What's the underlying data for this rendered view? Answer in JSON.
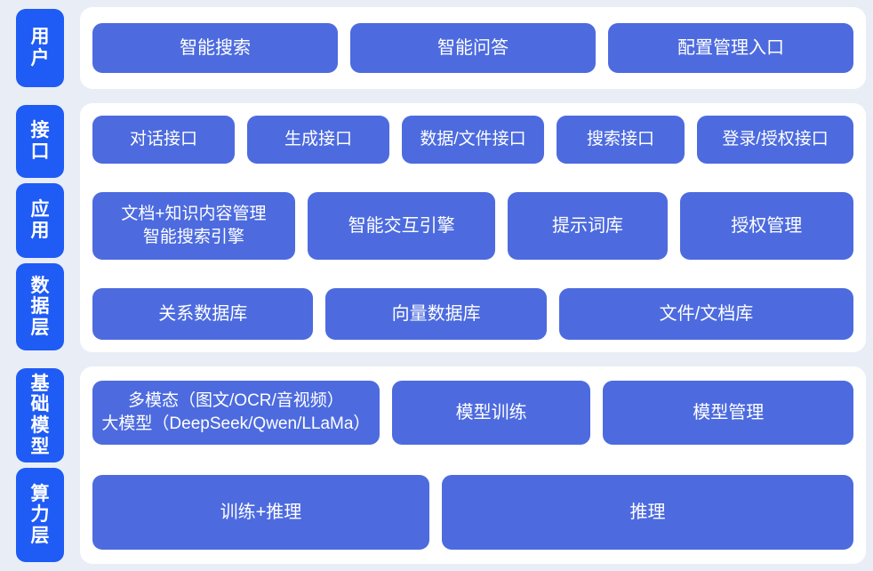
{
  "theme": {
    "page_background": "#e9eef6",
    "panel_background": "#ffffff",
    "tab_color": "#1f5bf5",
    "card_color": "#4d6bdf",
    "text_color": "#ffffff"
  },
  "bands": [
    {
      "id": "user",
      "tabs": [
        {
          "label": "用户"
        }
      ],
      "rows": [
        {
          "id": "user-entries",
          "cards": [
            {
              "label": "智能搜索",
              "width": "33.33%"
            },
            {
              "label": "智能问答",
              "width": "33.33%"
            },
            {
              "label": "配置管理入口",
              "width": "33.33%"
            }
          ]
        }
      ]
    },
    {
      "id": "app",
      "tabs": [
        {
          "label": "接口"
        },
        {
          "label": "应用"
        },
        {
          "label": "数据层"
        }
      ],
      "rows": [
        {
          "id": "interface",
          "cards": [
            {
              "label": "对话接口",
              "width": "20%"
            },
            {
              "label": "生成接口",
              "width": "20%"
            },
            {
              "label": "数据/文件接口",
              "width": "20%"
            },
            {
              "label": "搜索接口",
              "width": "18%"
            },
            {
              "label": "登录/授权接口",
              "width": "22%"
            }
          ]
        },
        {
          "id": "application",
          "cards": [
            {
              "label": "文档+知识内容管理\n智能搜索引擎",
              "width": "28%",
              "multiline": true
            },
            {
              "label": "智能交互引擎",
              "width": "26%"
            },
            {
              "label": "提示词库",
              "width": "22%"
            },
            {
              "label": "授权管理",
              "width": "24%"
            }
          ]
        },
        {
          "id": "data",
          "cards": [
            {
              "label": "关系数据库",
              "width": "30%"
            },
            {
              "label": "向量数据库",
              "width": "30%"
            },
            {
              "label": "文件/文档库",
              "width": "40%"
            }
          ]
        }
      ]
    },
    {
      "id": "infra",
      "tabs": [
        {
          "label": "基础模型"
        },
        {
          "label": "算力层"
        }
      ],
      "rows": [
        {
          "id": "model",
          "cards": [
            {
              "label": "多模态（图文/OCR/音视频）\n大模型（DeepSeek/Qwen/LLaMa）",
              "width": "39%",
              "multiline": true
            },
            {
              "label": "模型训练",
              "width": "27%"
            },
            {
              "label": "模型管理",
              "width": "34%"
            }
          ]
        },
        {
          "id": "compute",
          "cards": [
            {
              "label": "训练+推理",
              "width": "45%"
            },
            {
              "label": "推理",
              "width": "55%"
            }
          ]
        }
      ]
    }
  ]
}
